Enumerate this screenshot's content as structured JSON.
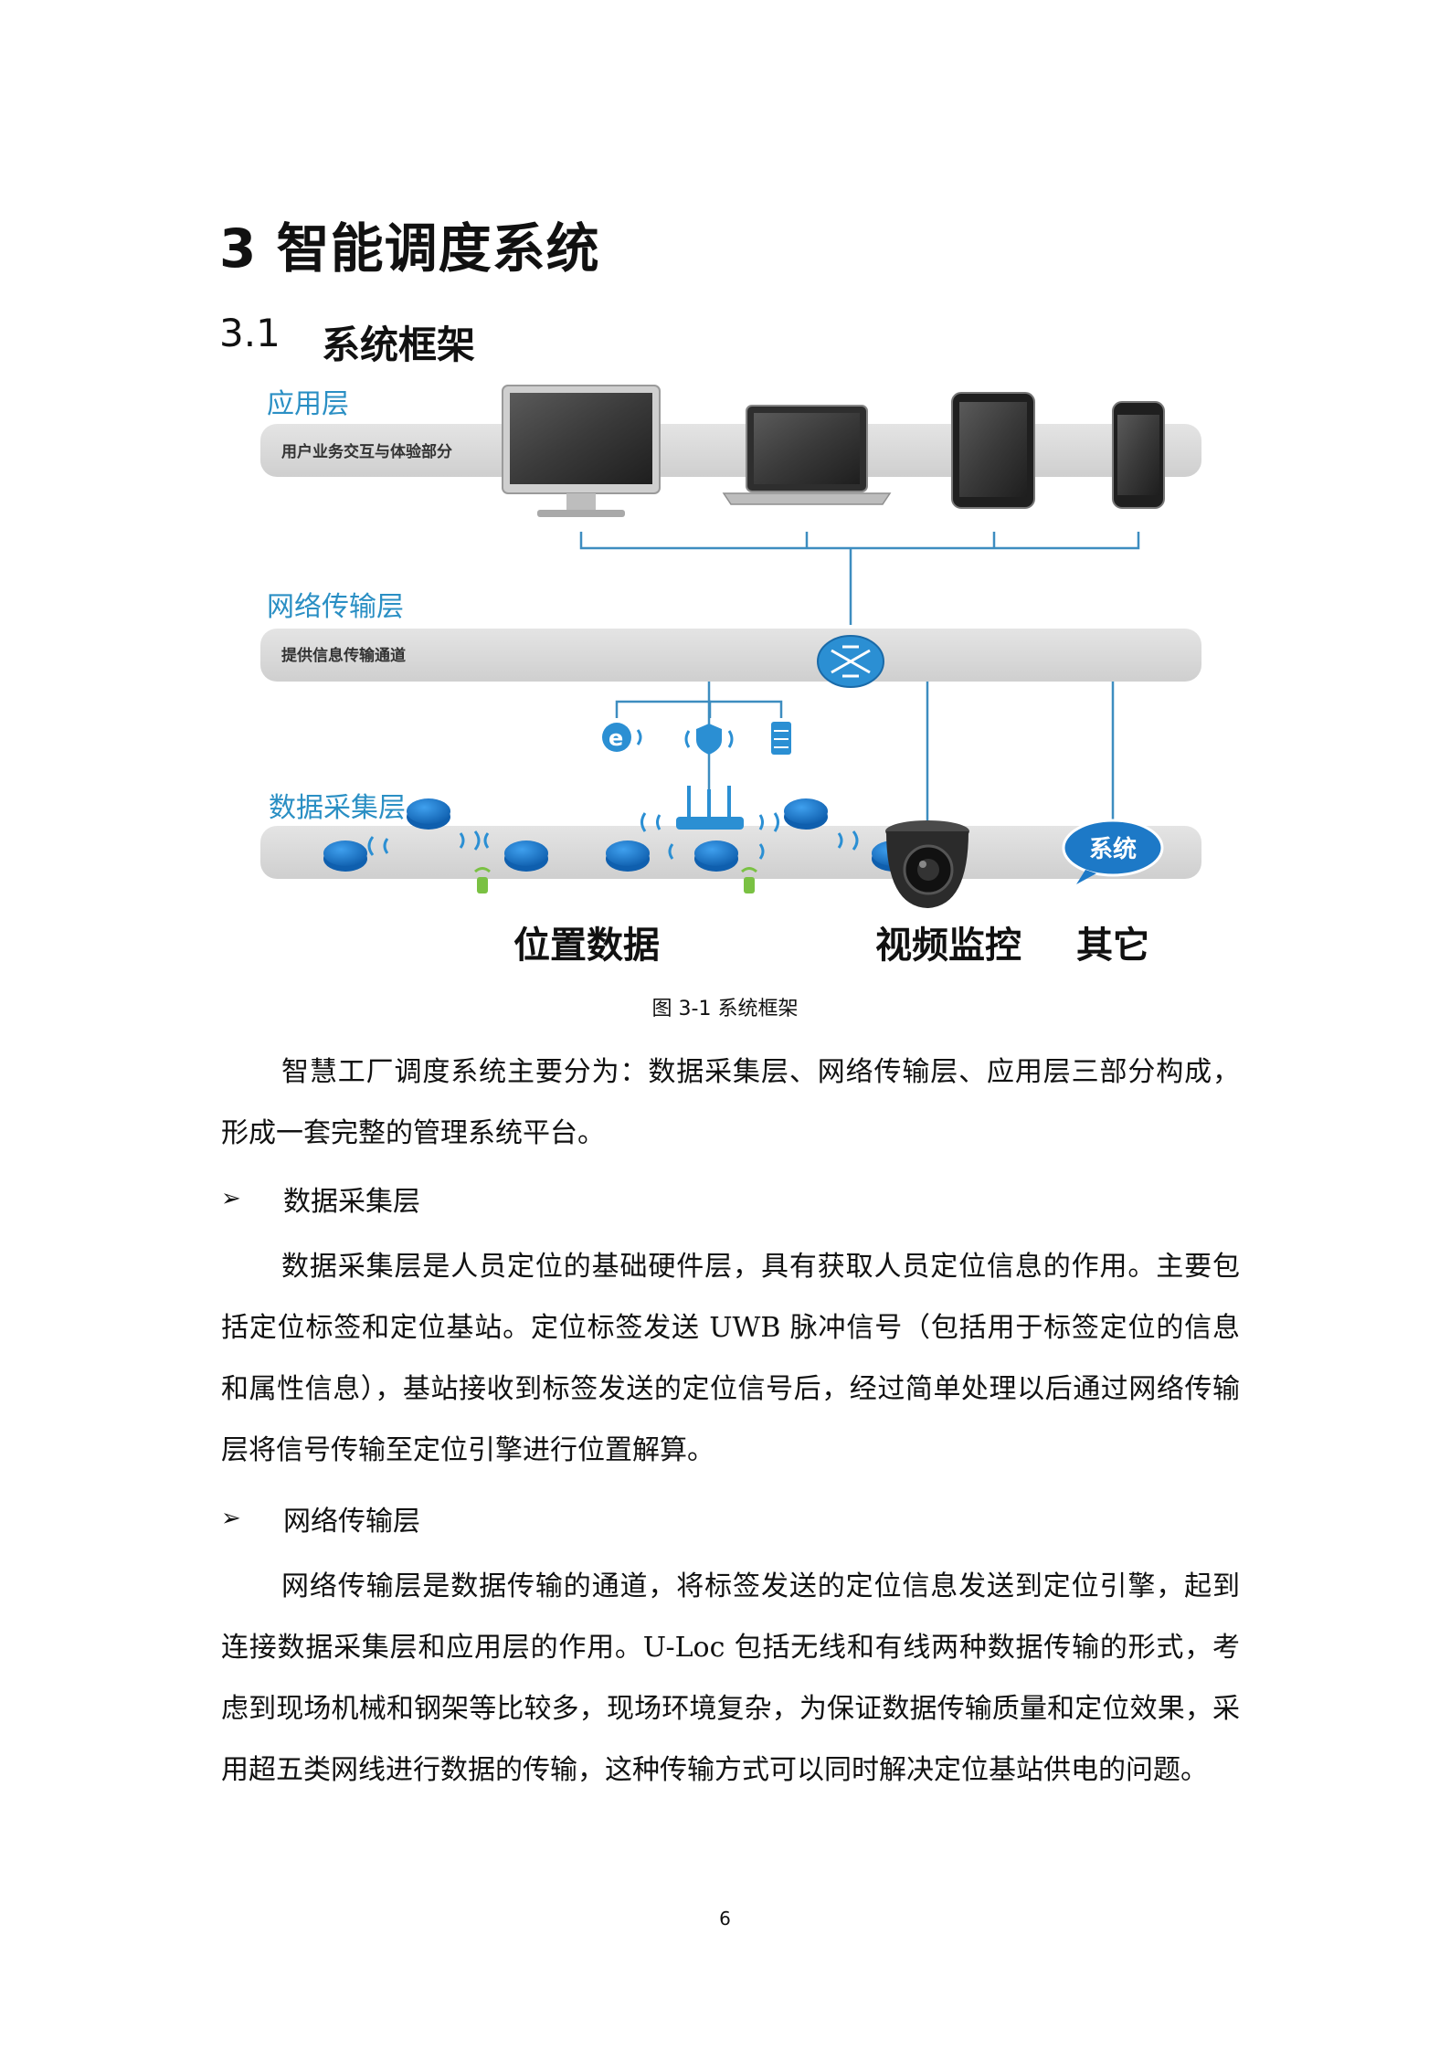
{
  "heading": {
    "number": "3",
    "title": "智能调度系统"
  },
  "subheading": {
    "number": "3.1",
    "title": "系统框架"
  },
  "figure": {
    "app_layer_title": "应用层",
    "app_layer_desc": "用户业务交互与体验部分",
    "net_layer_title": "网络传输层",
    "net_layer_desc": "提供信息传输通道",
    "data_layer_title": "数据采集层",
    "badge": "系统",
    "label_position": "位置数据",
    "label_video": "视频监控",
    "label_other": "其它",
    "caption": "图 3-1 系统框架",
    "colors": {
      "layer_title": "#2a8fc4",
      "band": "#d9d9d9",
      "line": "#3d8dc0",
      "disk": "#1d79c7"
    }
  },
  "body": {
    "p1": "智慧工厂调度系统主要分为：数据采集层、网络传输层、应用层三部分构成，形成一套完整的管理系统平台。",
    "b1": "数据采集层",
    "p2": "数据采集层是人员定位的基础硬件层，具有获取人员定位信息的作用。主要包括定位标签和定位基站。定位标签发送 UWB 脉冲信号（包括用于标签定位的信息和属性信息），基站接收到标签发送的定位信号后，经过简单处理以后通过网络传输层将信号传输至定位引擎进行位置解算。",
    "b2": "网络传输层",
    "p3": "网络传输层是数据传输的通道，将标签发送的定位信息发送到定位引擎，起到连接数据采集层和应用层的作用。U-Loc 包括无线和有线两种数据传输的形式，考虑到现场机械和钢架等比较多，现场环境复杂，为保证数据传输质量和定位效果，采用超五类网线进行数据的传输，这种传输方式可以同时解决定位基站供电的问题。",
    "bullet_glyph": "➢"
  },
  "page_number": "6"
}
